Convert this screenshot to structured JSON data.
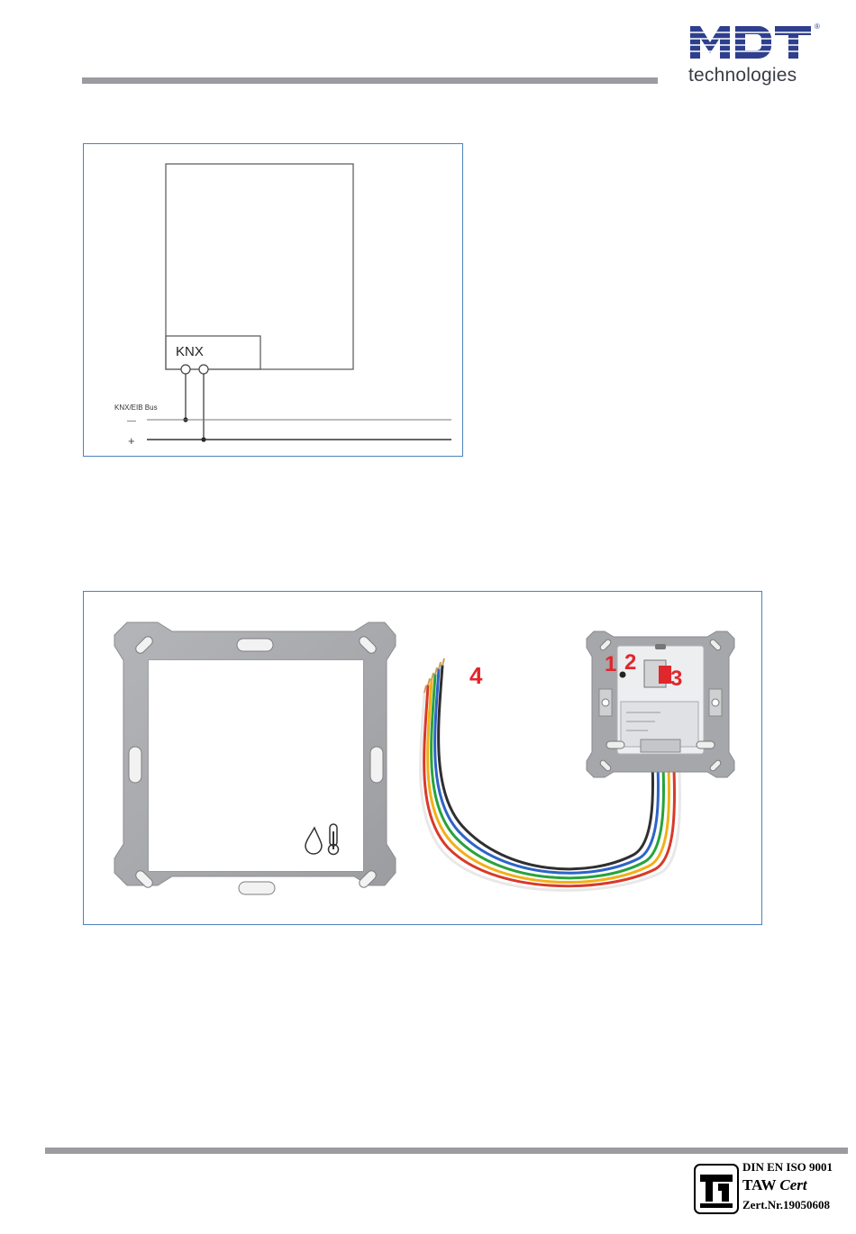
{
  "header": {
    "logo_text": "MDT",
    "logo_subtitle": "technologies",
    "registered_mark": "®",
    "logo_color": "#2e3f8e"
  },
  "wiring_diagram": {
    "device_label": "KNX",
    "bus_label": "KNX/EIB Bus",
    "minus_sign": "—",
    "plus_sign": "+"
  },
  "product_photo": {
    "callouts": [
      "1",
      "2",
      "3",
      "4"
    ],
    "callout_color": "#e2262b",
    "frame_symbols": [
      "droplet-icon",
      "thermometer-icon"
    ]
  },
  "footer": {
    "cert_line1": "DIN EN ISO 9001",
    "cert_line2_main": "TAW",
    "cert_line2_em": "Cert",
    "cert_line3": "Zert.Nr.19050608"
  },
  "colors": {
    "rule": "#9a9ca0",
    "frame_border": "#4f81bd",
    "frame_gray": "#a9aaad"
  }
}
